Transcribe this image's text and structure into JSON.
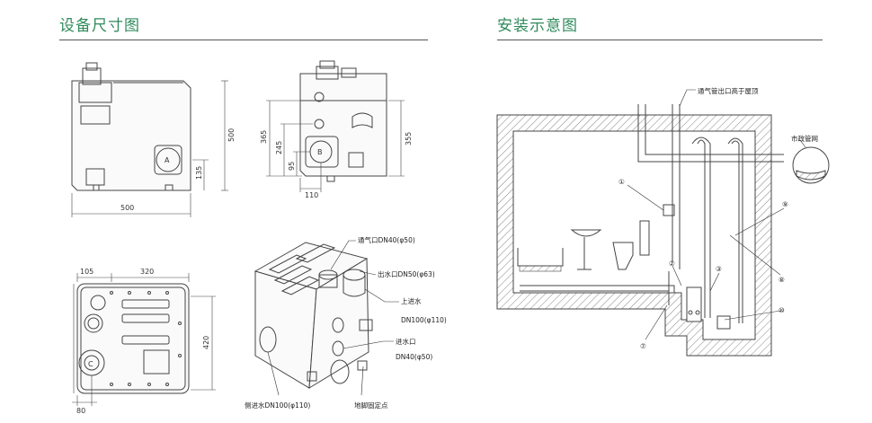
{
  "sections": {
    "dimensions_title": "设备尺寸图",
    "install_title": "安装示意图"
  },
  "front_view": {
    "port_letter": "A",
    "width_dim": "500",
    "height_dim": "500",
    "port_height_dim": "135"
  },
  "side_view": {
    "port_letter": "B",
    "dim_365": "365",
    "dim_245": "245",
    "dim_95": "95",
    "dim_110": "110",
    "dim_355": "355"
  },
  "top_view": {
    "port_letter": "C",
    "dim_105": "105",
    "dim_320": "320",
    "dim_420": "420",
    "dim_80": "80"
  },
  "iso_labels": {
    "vent": "通气口DN40(φ50)",
    "outlet": "出水口DN50(φ63)",
    "upper_inlet_1": "上进水",
    "upper_inlet_2": "DN100(φ110)",
    "inlet_1": "进水口",
    "inlet_2": "DN40(φ50)",
    "side_inlet": "侧进水DN100(φ110)",
    "anchor": "地脚固定点"
  },
  "install": {
    "vent_note": "通气管出口高于屋顶",
    "municipal": "市政管网",
    "callouts": [
      "①",
      "②",
      "③",
      "⑦",
      "⑧",
      "⑨",
      "⑩"
    ]
  }
}
